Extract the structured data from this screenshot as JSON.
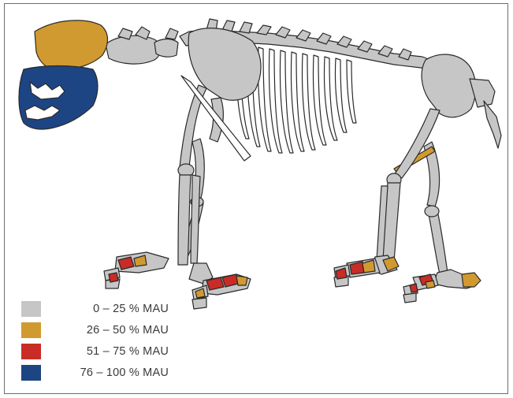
{
  "figure": {
    "legend": [
      {
        "label": "0 – 25 % MAU",
        "color": "#c6c6c6"
      },
      {
        "label": "26 – 50 % MAU",
        "color": "#d19a30"
      },
      {
        "label": "51 – 75 % MAU",
        "color": "#c92c26"
      },
      {
        "label": "76 – 100 % MAU",
        "color": "#1d4584"
      }
    ],
    "outline_color": "#2a2a2a"
  }
}
